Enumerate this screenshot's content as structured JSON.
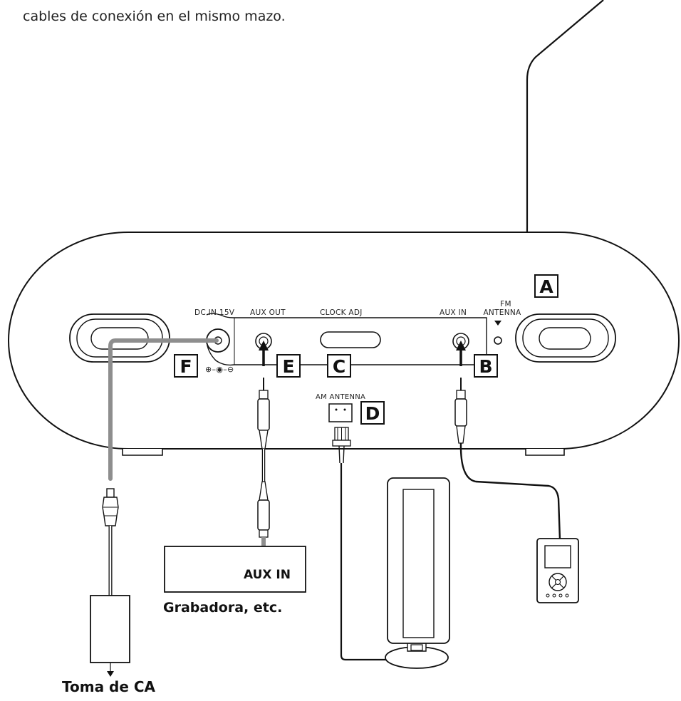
{
  "intro_text": "cables de conexión en el mismo mazo.",
  "panel": {
    "dc_in": "DC IN 15V",
    "aux_out": "AUX OUT",
    "clock_adj": "CLOCK ADJ",
    "aux_in": "AUX IN",
    "fm_line1": "FM",
    "fm_line2": "ANTENNA",
    "am_antenna": "AM ANTENNA",
    "polarity": "⊕–◉–⊖"
  },
  "callouts": {
    "a": "A",
    "b": "B",
    "c": "C",
    "d": "D",
    "e": "E",
    "f": "F"
  },
  "recorder": {
    "jack_label": "AUX IN",
    "caption": "Grabadora, etc."
  },
  "outlet_caption": "Toma de CA",
  "icons": [
    "fm-antenna-wire",
    "power-adapter",
    "ac-arrow-icon",
    "am-loop-antenna",
    "portable-player-icon"
  ]
}
